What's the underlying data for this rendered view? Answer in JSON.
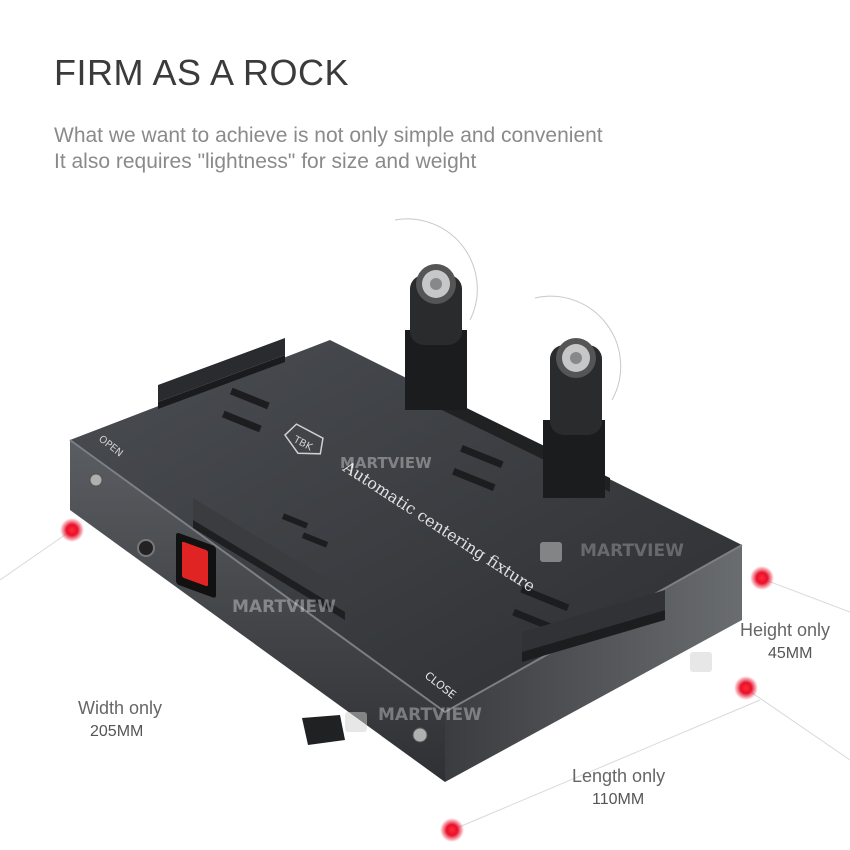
{
  "headline": "FIRM AS A ROCK",
  "subtitle_line1": "What we want to achieve is not only simple and convenient",
  "subtitle_line2": "It also requires \"lightness\" for size and weight",
  "device": {
    "brand_logo": "TBK",
    "label": "Automatic centering fixture",
    "open_label": "OPEN",
    "close_label": "CLOSE",
    "switch_color": "#e02424"
  },
  "watermark": "MARTVIEW",
  "dimensions": {
    "width": {
      "label": "Width only",
      "value": "205MM"
    },
    "height": {
      "label": "Height only",
      "value": "45MM"
    },
    "length": {
      "label": "Length only",
      "value": "110MM"
    }
  },
  "colors": {
    "marker": "#e8102a",
    "body": "#3f4246",
    "text": "#3b3b3b"
  }
}
